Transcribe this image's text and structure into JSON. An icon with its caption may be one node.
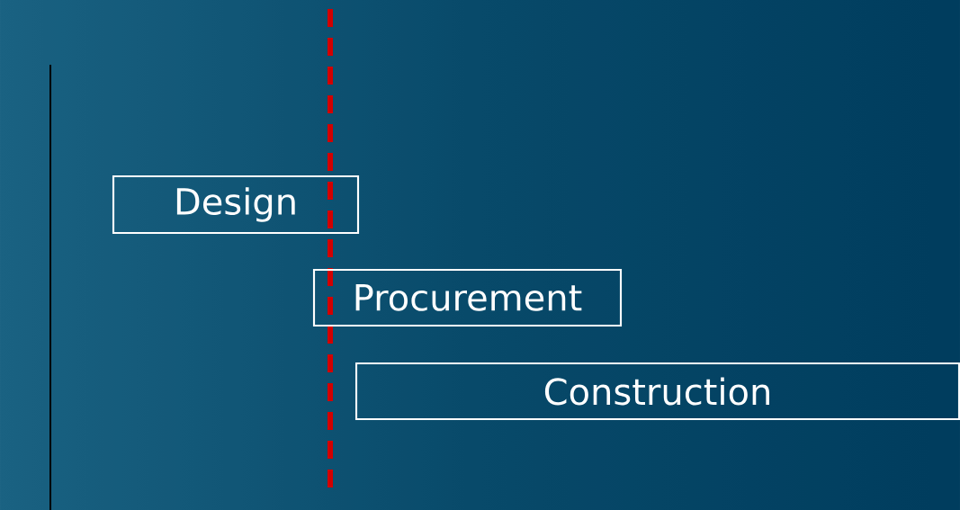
{
  "diagram": {
    "nodes": [
      {
        "text": [
          "Design"
        ]
      },
      {
        "text": [
          "Procurement"
        ]
      },
      {
        "text": [
          "Construction"
        ]
      }
    ]
  }
}
